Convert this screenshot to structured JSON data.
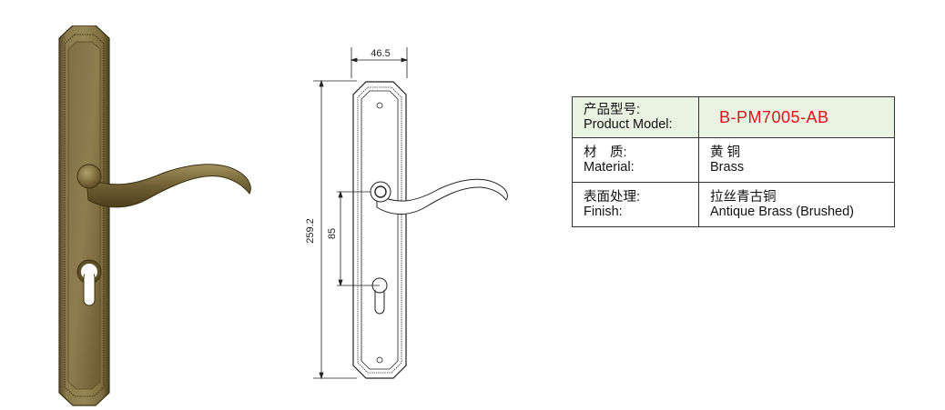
{
  "drawing": {
    "dim_width": "46.5",
    "dim_height": "259.2",
    "dim_center": "85"
  },
  "spec_table": {
    "model": {
      "label_cn": "产品型号:",
      "label_en": "Product Model:",
      "value": "B-PM7005-AB"
    },
    "material": {
      "label_cn": "材　质:",
      "label_en": "Material:",
      "value_cn": "黄  铜",
      "value_en": "Brass"
    },
    "finish": {
      "label_cn": "表面处理:",
      "label_en": "Finish:",
      "value_cn": "拉丝青古铜",
      "value_en": "Antique Brass (Brushed)"
    }
  },
  "colors": {
    "model_value": "#e0121b",
    "model_row_bg": "#eaf3e2",
    "brass": "#7a6a3e"
  }
}
